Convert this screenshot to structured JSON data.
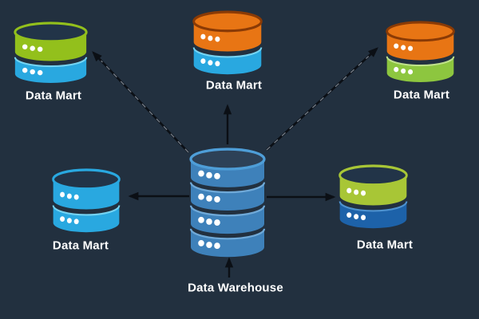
{
  "diagram": {
    "background_color": "#22303f",
    "text_color": "#ffffff",
    "arrow_color": "#0b0f15",
    "arrow_dash_color": "#77808c"
  },
  "palette": {
    "light_blue": "#29a8e0",
    "light_blue_rim": "#74d3f2",
    "medium_blue": "#3e81ba",
    "medium_blue_rim": "#6fa9d8",
    "dark_blue": "#1d62a9",
    "dark_blue_rim": "#4e92cf",
    "green": "#93c01c",
    "green_rim": "#c8de72",
    "lime_green": "#a8c636",
    "bright_green": "#8dc63f",
    "bright_green_rim": "#bfe18a",
    "orange": "#e87514",
    "orange_dark": "#8a3a05",
    "navy_top": "#223448",
    "warehouse_top": "#2d4157",
    "warehouse_rim": "#4e9ed8",
    "dot": "#ffffff"
  },
  "nodes": [
    {
      "id": "data-mart-top-left",
      "label": "Data Mart",
      "icon": "database-icon",
      "top_fill": "navy_top",
      "top_rim": "green",
      "bands": [
        {
          "fill": "green"
        },
        {
          "fill": "light_blue",
          "rim": "light_blue_rim"
        }
      ]
    },
    {
      "id": "data-mart-top-center",
      "label": "Data Mart",
      "icon": "database-icon",
      "top_fill": "orange",
      "top_rim": "orange_dark",
      "bands": [
        {
          "fill": "orange"
        },
        {
          "fill": "light_blue",
          "rim": "light_blue_rim"
        }
      ]
    },
    {
      "id": "data-mart-top-right",
      "label": "Data Mart",
      "icon": "database-icon",
      "top_fill": "orange",
      "top_rim": "orange_dark",
      "bands": [
        {
          "fill": "orange"
        },
        {
          "fill": "bright_green",
          "rim": "bright_green_rim"
        }
      ]
    },
    {
      "id": "data-mart-middle-left",
      "label": "Data Mart",
      "icon": "database-icon",
      "top_fill": "navy_top",
      "top_rim": "light_blue",
      "bands": [
        {
          "fill": "light_blue"
        },
        {
          "fill": "light_blue",
          "rim": "light_blue_rim"
        }
      ]
    },
    {
      "id": "data-mart-middle-right",
      "label": "Data Mart",
      "icon": "database-icon",
      "top_fill": "navy_top",
      "top_rim": "lime_green",
      "bands": [
        {
          "fill": "lime_green"
        },
        {
          "fill": "dark_blue",
          "rim": "dark_blue_rim"
        }
      ]
    },
    {
      "id": "data-warehouse",
      "label": "Data Warehouse",
      "icon": "database-icon",
      "top_fill": "warehouse_top",
      "top_rim": "warehouse_rim",
      "bands": [
        {
          "fill": "medium_blue"
        },
        {
          "fill": "medium_blue",
          "rim": "medium_blue_rim"
        },
        {
          "fill": "medium_blue",
          "rim": "medium_blue_rim"
        },
        {
          "fill": "medium_blue",
          "rim": "medium_blue_rim"
        }
      ]
    }
  ],
  "edges": [
    {
      "id": "warehouse-to-data-mart-top-left",
      "from": "data-warehouse",
      "to": "data-mart-top-left",
      "line": "dashed"
    },
    {
      "id": "warehouse-to-data-mart-top-center",
      "from": "data-warehouse",
      "to": "data-mart-top-center",
      "line": "solid"
    },
    {
      "id": "warehouse-to-data-mart-top-right",
      "from": "data-warehouse",
      "to": "data-mart-top-right",
      "line": "dashed"
    },
    {
      "id": "warehouse-to-data-mart-middle-left",
      "from": "data-warehouse",
      "to": "data-mart-middle-left",
      "line": "solid"
    },
    {
      "id": "warehouse-to-data-mart-middle-right",
      "from": "data-warehouse",
      "to": "data-mart-middle-right",
      "line": "solid"
    },
    {
      "id": "inflow-to-data-warehouse",
      "from": "below",
      "to": "data-warehouse",
      "line": "solid"
    }
  ]
}
